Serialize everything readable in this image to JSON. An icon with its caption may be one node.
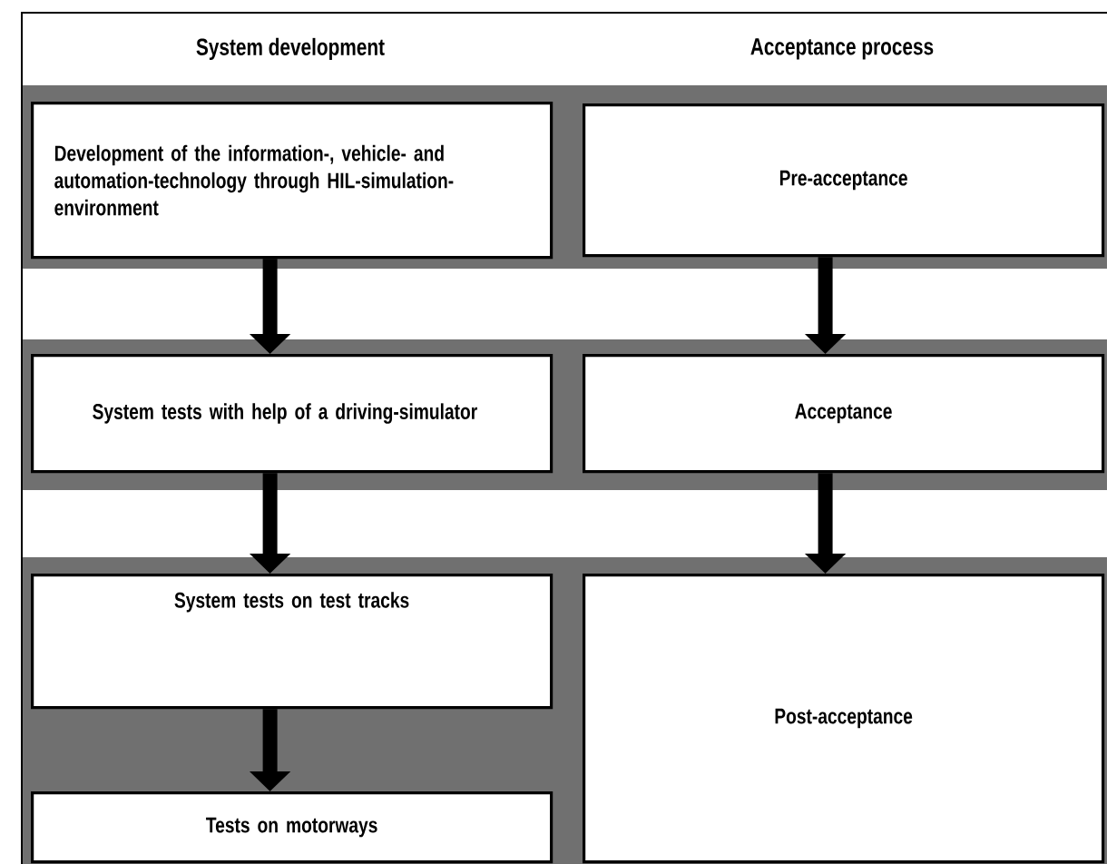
{
  "diagram": {
    "nodes": [
      {
        "text": [
          "Development of the information-, vehicle- and automation-technology through HIL-simulation-environment"
        ]
      },
      {
        "text": [
          "Pre-acceptance"
        ]
      },
      {
        "text": [
          "System tests with help of a driving-simulator"
        ]
      },
      {
        "text": [
          "Acceptance"
        ]
      },
      {
        "text": [
          "System tests on test tracks"
        ]
      },
      {
        "text": [
          "Post-acceptance"
        ]
      },
      {
        "text": [
          "Tests on motorways"
        ]
      }
    ],
    "edges": [
      {
        "from": 0,
        "to": 2,
        "arrow": "to"
      },
      {
        "from": 1,
        "to": 3,
        "arrow": "to"
      },
      {
        "from": 2,
        "to": 4,
        "arrow": "to"
      },
      {
        "from": 3,
        "to": 5,
        "arrow": "to"
      },
      {
        "from": 4,
        "to": 6,
        "arrow": "to"
      }
    ],
    "labels": [
      "System development",
      "Acceptance process"
    ]
  }
}
